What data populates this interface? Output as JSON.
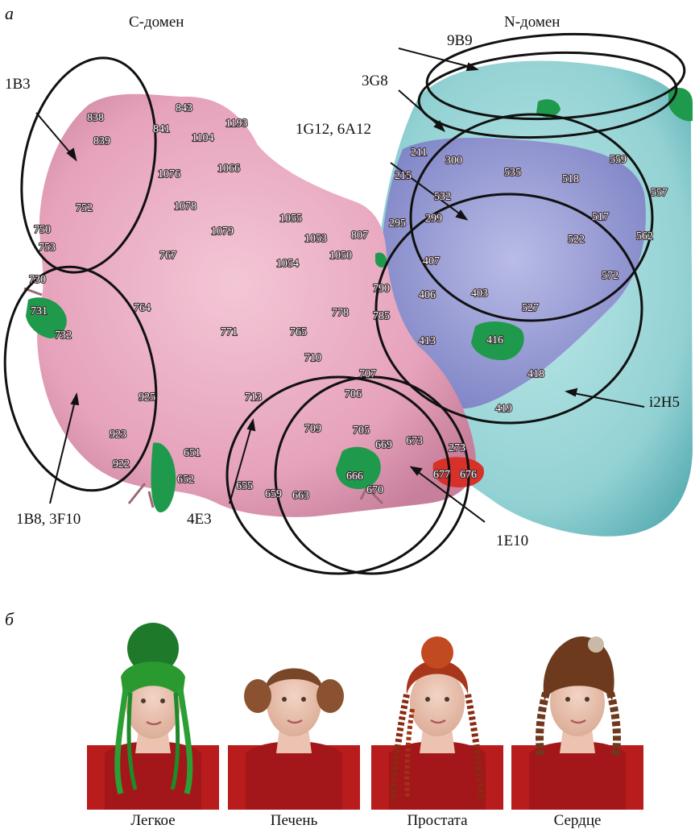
{
  "panel_a": {
    "letter": "а",
    "domain_labels": {
      "c": "С-домен",
      "n": "N-домен"
    },
    "antibodies": [
      "9B9",
      "3G8",
      "1G12, 6A12",
      "1B3",
      "i2H5",
      "1B8, 3F10",
      "4E3",
      "1E10"
    ],
    "residues": [
      "838",
      "843",
      "1193",
      "841",
      "1104",
      "839",
      "1066",
      "1076",
      "752",
      "1078",
      "750",
      "753",
      "1079",
      "1055",
      "1053",
      "807",
      "767",
      "1054",
      "1050",
      "730",
      "731",
      "764",
      "732",
      "771",
      "778",
      "765",
      "710",
      "925",
      "713",
      "707",
      "706",
      "923",
      "922",
      "709",
      "705",
      "669",
      "673",
      "651",
      "677",
      "676",
      "652",
      "666",
      "655",
      "659",
      "663",
      "670",
      "211",
      "300",
      "535",
      "559",
      "518",
      "557",
      "215",
      "532",
      "299",
      "295",
      "517",
      "522",
      "562",
      "407",
      "572",
      "790",
      "406",
      "403",
      "785",
      "527",
      "413",
      "416",
      "418",
      "419",
      "273"
    ]
  },
  "panel_b": {
    "letter": "б",
    "portraits": [
      "Легкое",
      "Печень",
      "Простата",
      "Сердце"
    ]
  },
  "colors": {
    "c_domain": "#e8a6bf",
    "n_domain_outer": "#9fd8d8",
    "n_domain_inner": "#9b9ed6",
    "epitope_green": "#1f9a4c",
    "epitope_red": "#d8312a"
  }
}
